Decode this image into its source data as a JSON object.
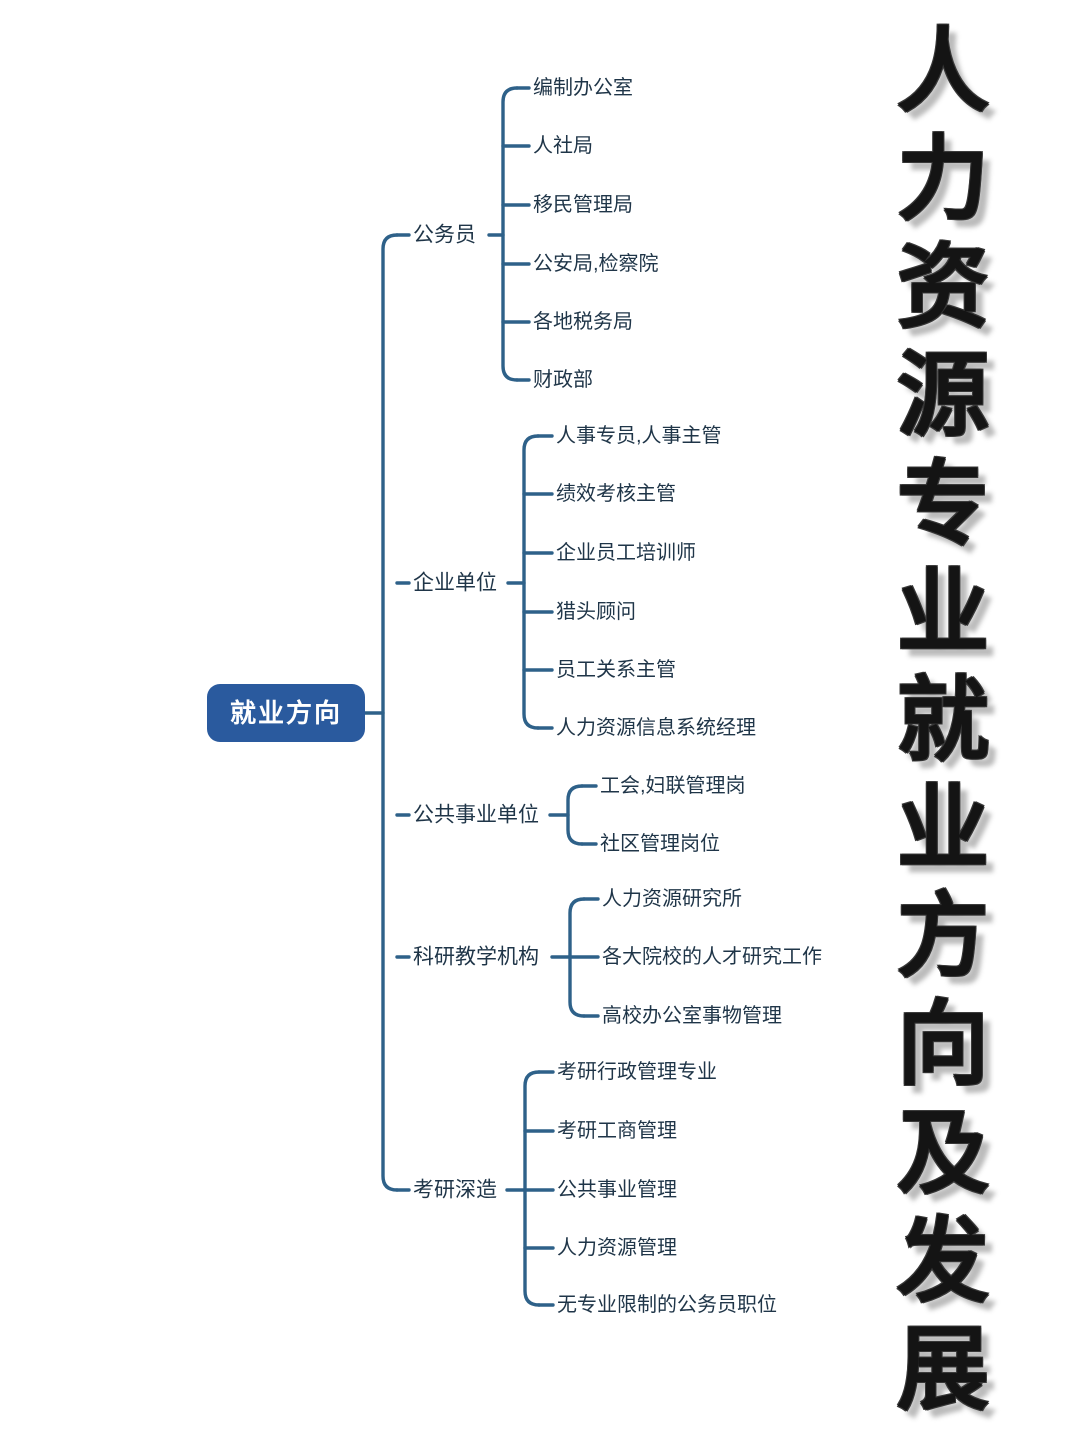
{
  "meta": {
    "colors": {
      "root_fill": "#2a5a9e",
      "root_text": "#ffffff",
      "connector": "#2e6189",
      "node_text": "#1f3548",
      "background": "#ffffff",
      "title_fill": "#141414",
      "title_outline": "#ffffff"
    }
  },
  "vertical_title": {
    "text": "人力资源专业就业方向及发展",
    "chars": [
      "人",
      "力",
      "资",
      "源",
      "专",
      "业",
      "就",
      "业",
      "方",
      "向",
      "及",
      "发",
      "展"
    ]
  },
  "mindmap": {
    "root": {
      "label": "就业方向"
    },
    "branches": [
      {
        "label": "公务员",
        "children": [
          {
            "label": "编制办公室"
          },
          {
            "label": "人社局"
          },
          {
            "label": "移民管理局"
          },
          {
            "label": "公安局,检察院"
          },
          {
            "label": "各地税务局"
          },
          {
            "label": "财政部"
          }
        ]
      },
      {
        "label": "企业单位",
        "children": [
          {
            "label": "人事专员,人事主管"
          },
          {
            "label": "绩效考核主管"
          },
          {
            "label": "企业员工培训师"
          },
          {
            "label": "猎头顾问"
          },
          {
            "label": "员工关系主管"
          },
          {
            "label": "人力资源信息系统经理"
          }
        ]
      },
      {
        "label": "公共事业单位",
        "children": [
          {
            "label": "工会,妇联管理岗"
          },
          {
            "label": "社区管理岗位"
          }
        ]
      },
      {
        "label": "科研教学机构",
        "children": [
          {
            "label": "人力资源研究所"
          },
          {
            "label": "各大院校的人才研究工作"
          },
          {
            "label": "高校办公室事物管理"
          }
        ]
      },
      {
        "label": "考研深造",
        "children": [
          {
            "label": "考研行政管理专业"
          },
          {
            "label": "考研工商管理"
          },
          {
            "label": "公共事业管理"
          },
          {
            "label": "人力资源管理"
          },
          {
            "label": "无专业限制的公务员职位"
          }
        ]
      }
    ]
  }
}
